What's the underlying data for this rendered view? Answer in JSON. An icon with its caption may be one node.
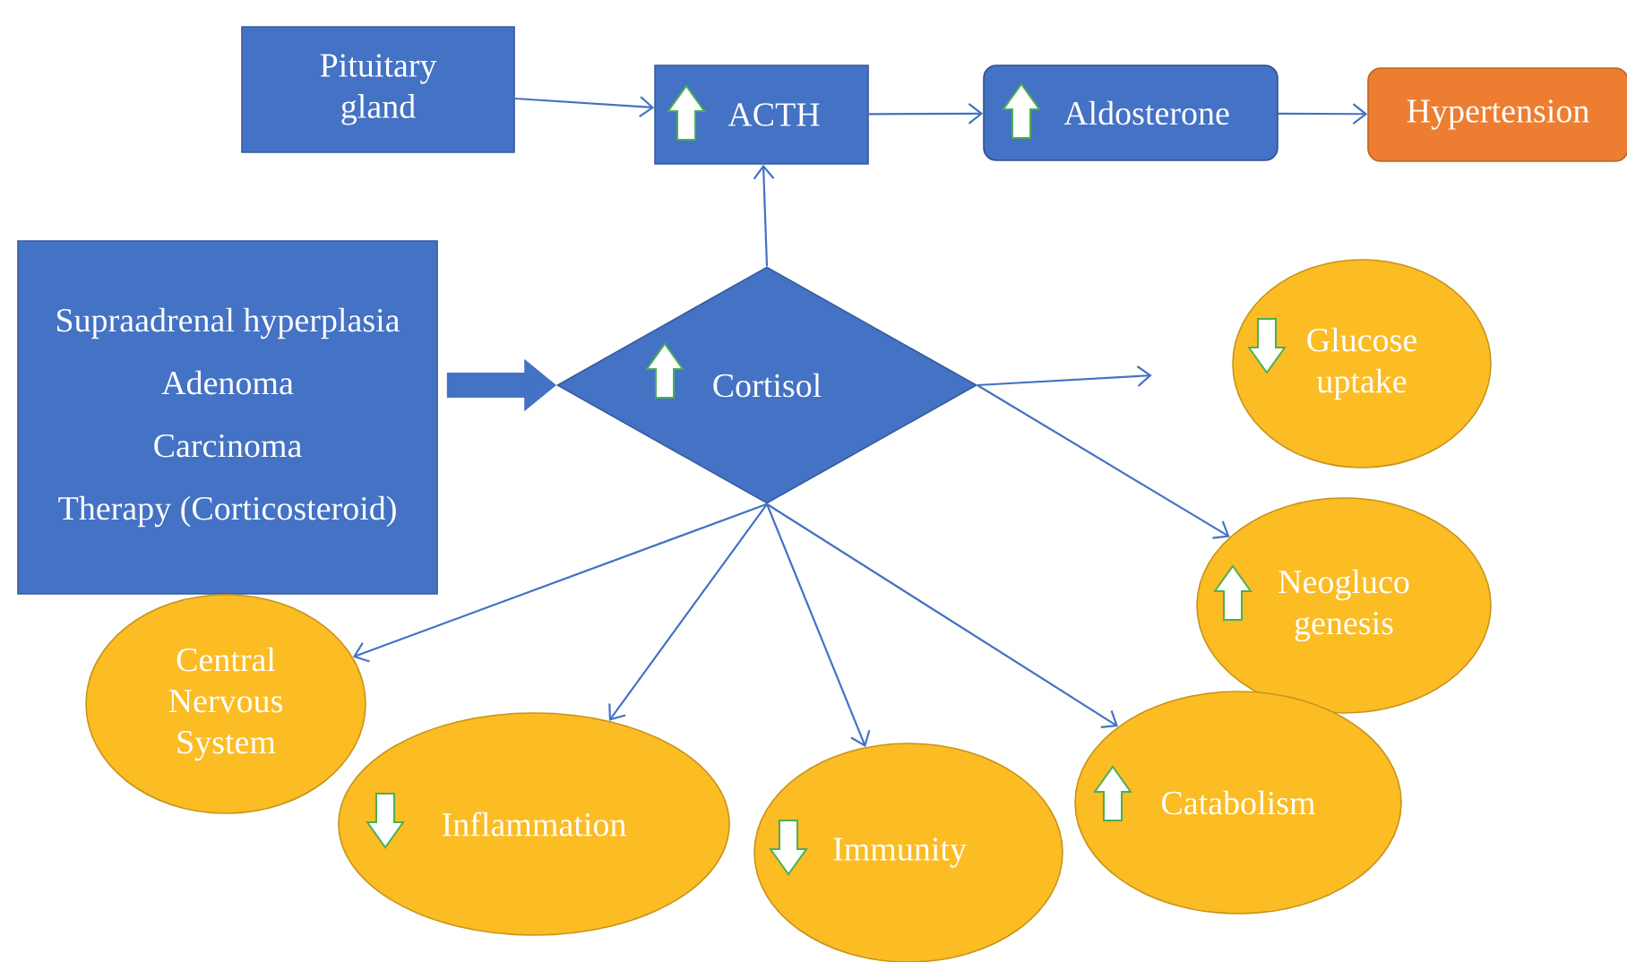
{
  "diagram": {
    "nodes": [
      {
        "text": [
          "Pituitary gland"
        ]
      },
      {
        "text": [
          "ACTH"
        ]
      },
      {
        "text": [
          "Aldosterone"
        ]
      },
      {
        "text": [
          "Hypertension"
        ]
      },
      {
        "text": [
          "Supraadrenal hyperplasia",
          "Adenoma",
          "Carcinoma",
          "Therapy (Corticosteroid)"
        ]
      },
      {
        "text": [
          "Cortisol"
        ]
      },
      {
        "text": [
          "Glucose uptake"
        ]
      },
      {
        "text": [
          "Neogluco genesis"
        ]
      },
      {
        "text": [
          "Central Nervous System"
        ]
      },
      {
        "text": [
          "Inflammation"
        ]
      },
      {
        "text": [
          "Immunity"
        ]
      },
      {
        "text": [
          "Catabolism"
        ]
      }
    ],
    "edges": [
      {
        "from": 0,
        "to": 1,
        "arrow": "to"
      },
      {
        "from": 1,
        "to": 2,
        "arrow": "to"
      },
      {
        "from": 2,
        "to": 3,
        "arrow": "to"
      },
      {
        "from": 4,
        "to": 5,
        "arrow": "to",
        "style": "thick"
      },
      {
        "from": 5,
        "to": 1,
        "arrow": "to"
      },
      {
        "from": 5,
        "to": 6,
        "arrow": "to"
      },
      {
        "from": 5,
        "to": 7,
        "arrow": "to"
      },
      {
        "from": 5,
        "to": 8,
        "arrow": "to"
      },
      {
        "from": 5,
        "to": 9,
        "arrow": "to"
      },
      {
        "from": 5,
        "to": 10,
        "arrow": "to"
      },
      {
        "from": 5,
        "to": 11,
        "arrow": "to"
      }
    ]
  }
}
